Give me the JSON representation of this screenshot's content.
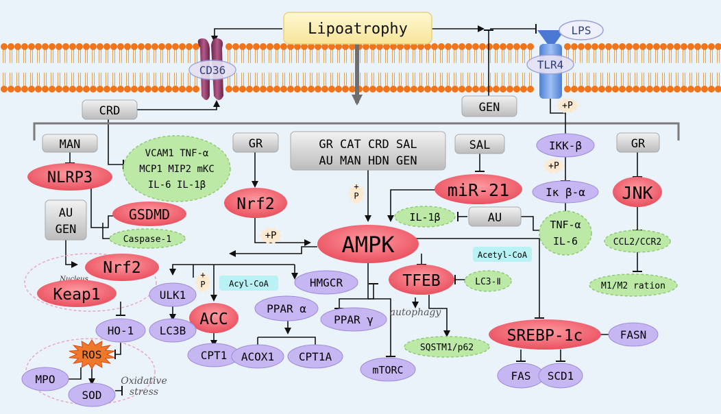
{
  "lipoatrophy": "Lipoatrophy",
  "receptors": {
    "cd36": "CD36",
    "tlr4": "TLR4",
    "lps": "LPS"
  },
  "treatments": {
    "crd": "CRD",
    "gen": "GEN",
    "man": "MAN",
    "gr_left": "GR",
    "gr_right": "GR",
    "sal": "SAL",
    "au_gen": [
      "AU",
      "GEN"
    ],
    "au_right": "AU",
    "ampk_group": [
      "GR CAT CRD SAL",
      "AU MAN HDN GEN"
    ]
  },
  "nodes": {
    "nlrp3": "NLRP3",
    "gsdmd": "GSDMD",
    "caspase1": "Caspase-1",
    "cytokines": [
      "VCAM1 TNF-α",
      "MCP1 MIP2 mKC",
      "IL-6 IL-1β"
    ],
    "nrf2_top": "Nrf2",
    "nrf2_nucleus": "Nrf2",
    "keap1": "Keap1",
    "nucleus": "Nucleus",
    "ho1": "HO-1",
    "ros": "ROS",
    "mpo": "MPO",
    "sod": "SOD",
    "oxidative_stress": [
      "Oxidative",
      "stress"
    ],
    "ampk": "AMPK",
    "mir21": "miR-21",
    "il1b": "IL-1β",
    "ikkb": "IKK-β",
    "ikba": "Iκ β-α",
    "tnfa": "TNF-α",
    "il6": "IL-6",
    "jnk": "JNK",
    "ccl2": "CCL2/CCR2",
    "m1m2": "M1/M2 ration",
    "ulk1": "ULK1",
    "lc3b": "LC3B",
    "acc": "ACC",
    "cpt1": "CPT1",
    "acyl_coa": "Acyl-CoA",
    "ppara": "PPAR α",
    "acox1": "ACOX1",
    "cpt1a": "CPT1A",
    "hmgcr": "HMGCR",
    "pparg": "PPAR γ",
    "mtorc": "mTORC",
    "tfeb": "TFEB",
    "acetyl_coa": "Acetyl-CoA",
    "lc3ii": "LC3-Ⅱ",
    "autophagy": "autophagy",
    "sqstm1": "SQSTM1/p62",
    "srebp1c": "SREBP-1c",
    "fasn": "FASN",
    "fas": "FAS",
    "scd1": "SCD1"
  },
  "phospho": [
    "+P",
    "+",
    "P"
  ],
  "colors": {
    "background": "#eaf2fa",
    "membrane_head": "#f0741a",
    "cd36": "#8f3a66",
    "tlr4": "#6f9de6",
    "red_node": "#ee6470",
    "purple_node": "#c6b6f2",
    "green_node": "#bde9a6",
    "grey_box": "#d5d5d5",
    "cyan_box": "#b8f2f4",
    "yellow_box": "#fbf0b4"
  }
}
